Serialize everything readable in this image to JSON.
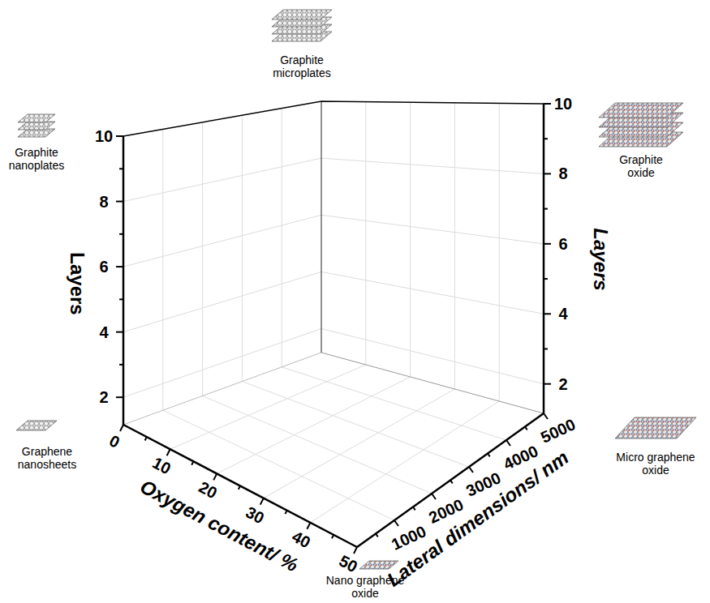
{
  "diagram": {
    "labels": [
      "Graphite microplates",
      "Graphite nanoplates",
      "Graphite oxide",
      "Graphene nanosheets",
      "Micro graphene oxide",
      "Nano graphene oxide",
      "Layers",
      "Layers",
      "Oxygen content/ %",
      "Lateral dimensions/ nm",
      "2",
      "4",
      "6",
      "8",
      "10",
      "2",
      "4",
      "6",
      "8",
      "10",
      "0",
      "10",
      "20",
      "30",
      "40",
      "50",
      "1000",
      "2000",
      "3000",
      "4000",
      "5000"
    ]
  }
}
